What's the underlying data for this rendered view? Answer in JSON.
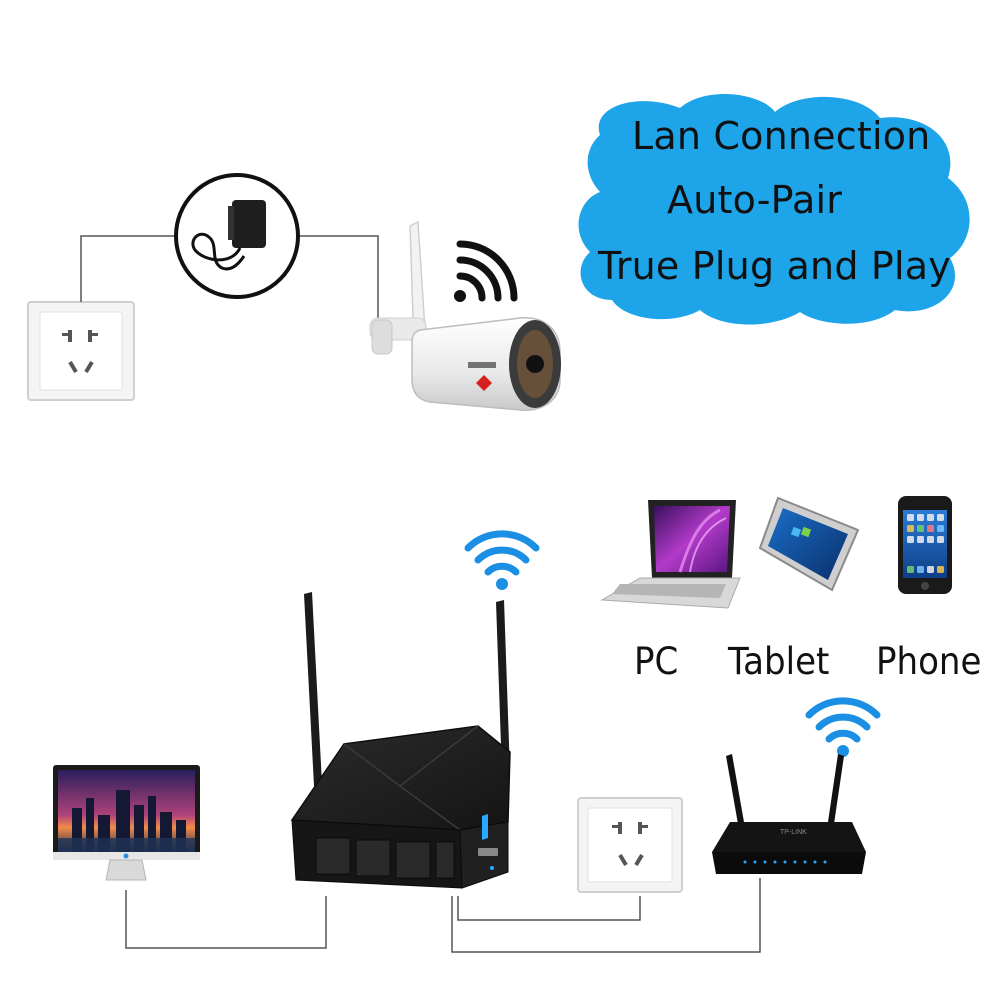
{
  "cloud": {
    "line1": "Lan Connection",
    "line2": "Auto-Pair",
    "line3": "True Plug and Play",
    "color": "#1ea4e8"
  },
  "devices": {
    "pc_label": "PC",
    "tablet_label": "Tablet",
    "phone_label": "Phone"
  },
  "colors": {
    "wifi_blue": "#1a8fe3",
    "wire": "#555555",
    "nvr_body": "#1c1c1c",
    "accent_blue": "#29a8ff"
  }
}
